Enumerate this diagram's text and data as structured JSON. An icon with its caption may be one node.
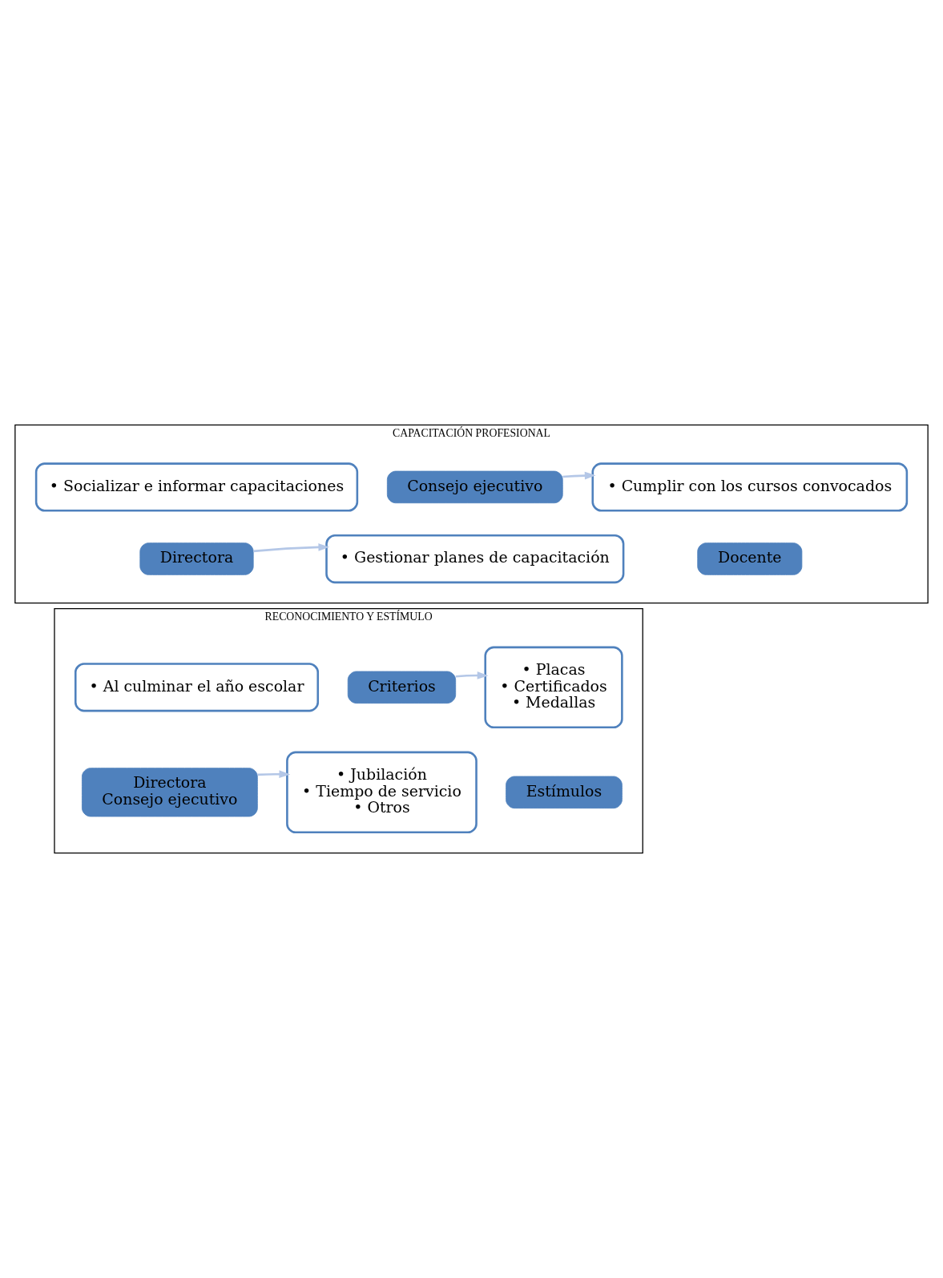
{
  "diagram": {
    "nodes": [
      {
        "text": [
          "CAPACITACIÓN PROFESIONAL"
        ]
      },
      {
        "text": [
          "• Socializar e informar capacitaciones"
        ],
        "in": 0
      },
      {
        "text": [
          "Directora"
        ],
        "in": 0
      },
      {
        "text": [
          "Consejo ejecutivo"
        ],
        "in": 0
      },
      {
        "text": [
          "• Gestionar planes de capacitación"
        ],
        "in": 0
      },
      {
        "text": [
          "• Cumplir con los cursos convocados"
        ],
        "in": 0
      },
      {
        "text": [
          "Docente"
        ],
        "in": 0
      },
      {
        "text": [
          "RECONOCIMIENTO Y ESTÍMULO"
        ]
      },
      {
        "text": [
          "• Al culminar el año escolar"
        ],
        "in": 7
      },
      {
        "text": [
          "Directora",
          "Consejo ejecutivo"
        ],
        "in": 7
      },
      {
        "text": [
          "Criterios"
        ],
        "in": 7
      },
      {
        "text": [
          "• Jubilación",
          "• Tiempo de servicio",
          "• Otros"
        ],
        "in": 7
      },
      {
        "text": [
          "• Placas",
          "• Certificados",
          "• Medallas"
        ],
        "in": 7
      },
      {
        "text": [
          "Estímulos"
        ],
        "in": 7
      }
    ],
    "edges": [
      {
        "from": 2,
        "to": 4,
        "arrow": "to"
      },
      {
        "from": 3,
        "to": 5,
        "arrow": "to"
      },
      {
        "from": 9,
        "to": 11,
        "arrow": "to"
      },
      {
        "from": 10,
        "to": 12,
        "arrow": "to"
      }
    ]
  }
}
